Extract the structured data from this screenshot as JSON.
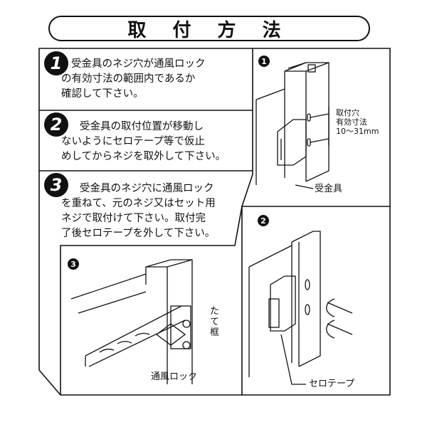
{
  "title": "取 付 方 法",
  "steps": [
    {
      "number": "1",
      "lines": [
        "受金具のネジ穴が通風ロック",
        "の有効寸法の範囲内であるか",
        "確認して下さい。"
      ]
    },
    {
      "number": "2",
      "lines": [
        "受金具の取付位置が移動し",
        "ないようにセロテープ等で仮止",
        "めしてからネジを取外して下さい。"
      ]
    },
    {
      "number": "3",
      "lines": [
        "受金具のネジ穴に通風ロック",
        "を重ねて、元のネジ又はセット用",
        "ネジで取付けて下さい。取付完",
        "了後セロテープを外して下さい。"
      ]
    }
  ],
  "figures": {
    "fig1": {
      "number": "1",
      "hole_label": [
        "取付穴",
        "有効寸法",
        "10〜31mm"
      ],
      "bracket_label": "受金具"
    },
    "fig2": {
      "number": "2",
      "tape_label": "セロテープ"
    },
    "fig3": {
      "number": "3",
      "frame_label": "たて框",
      "lock_label": "通風ロック"
    }
  }
}
